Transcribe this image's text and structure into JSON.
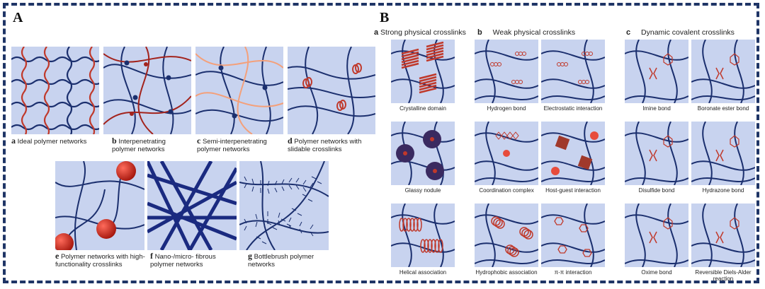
{
  "panel_a": {
    "letter": "A",
    "captions": [
      {
        "letter": "a",
        "text": "Ideal polymer networks"
      },
      {
        "letter": "b",
        "text": "Interpenetrating polymer networks"
      },
      {
        "letter": "c",
        "text": "Semi-interpenetrating polymer networks"
      },
      {
        "letter": "d",
        "text": "Polymer networks with slidable crosslinks"
      },
      {
        "letter": "e",
        "text": "Polymer networks with high-functionality crosslinks"
      },
      {
        "letter": "f",
        "text": "Nano-/micro- fibrous polymer networks"
      },
      {
        "letter": "g",
        "text": "Bottlebrush polymer networks"
      }
    ]
  },
  "panel_b": {
    "letter": "B",
    "columns": [
      {
        "letter": "a",
        "title": "Strong physical crosslinks"
      },
      {
        "letter": "b",
        "title": "Weak physical crosslinks"
      },
      {
        "letter": "c",
        "title": "Dynamic covalent crosslinks"
      }
    ],
    "tiles": [
      "Crystalline domain",
      "Hydrogen bond",
      "Electrostatic interaction",
      "Imine bond",
      "Boronate ester bond",
      "Glassy nodule",
      "Coordination complex",
      "Host-guest interaction",
      "Disulfide bond",
      "Hydrazone bond",
      "Helical association",
      "Hydrophobic association",
      "π-π interaction",
      "Oxime bond",
      "Reversible Diels-Alder reaction"
    ]
  },
  "colors": {
    "frame": "#1f3566",
    "tile_bg": "#c8d3ef",
    "chain": "#1b2f6e",
    "red": "#c0392b",
    "orange": "#f4a07a"
  }
}
